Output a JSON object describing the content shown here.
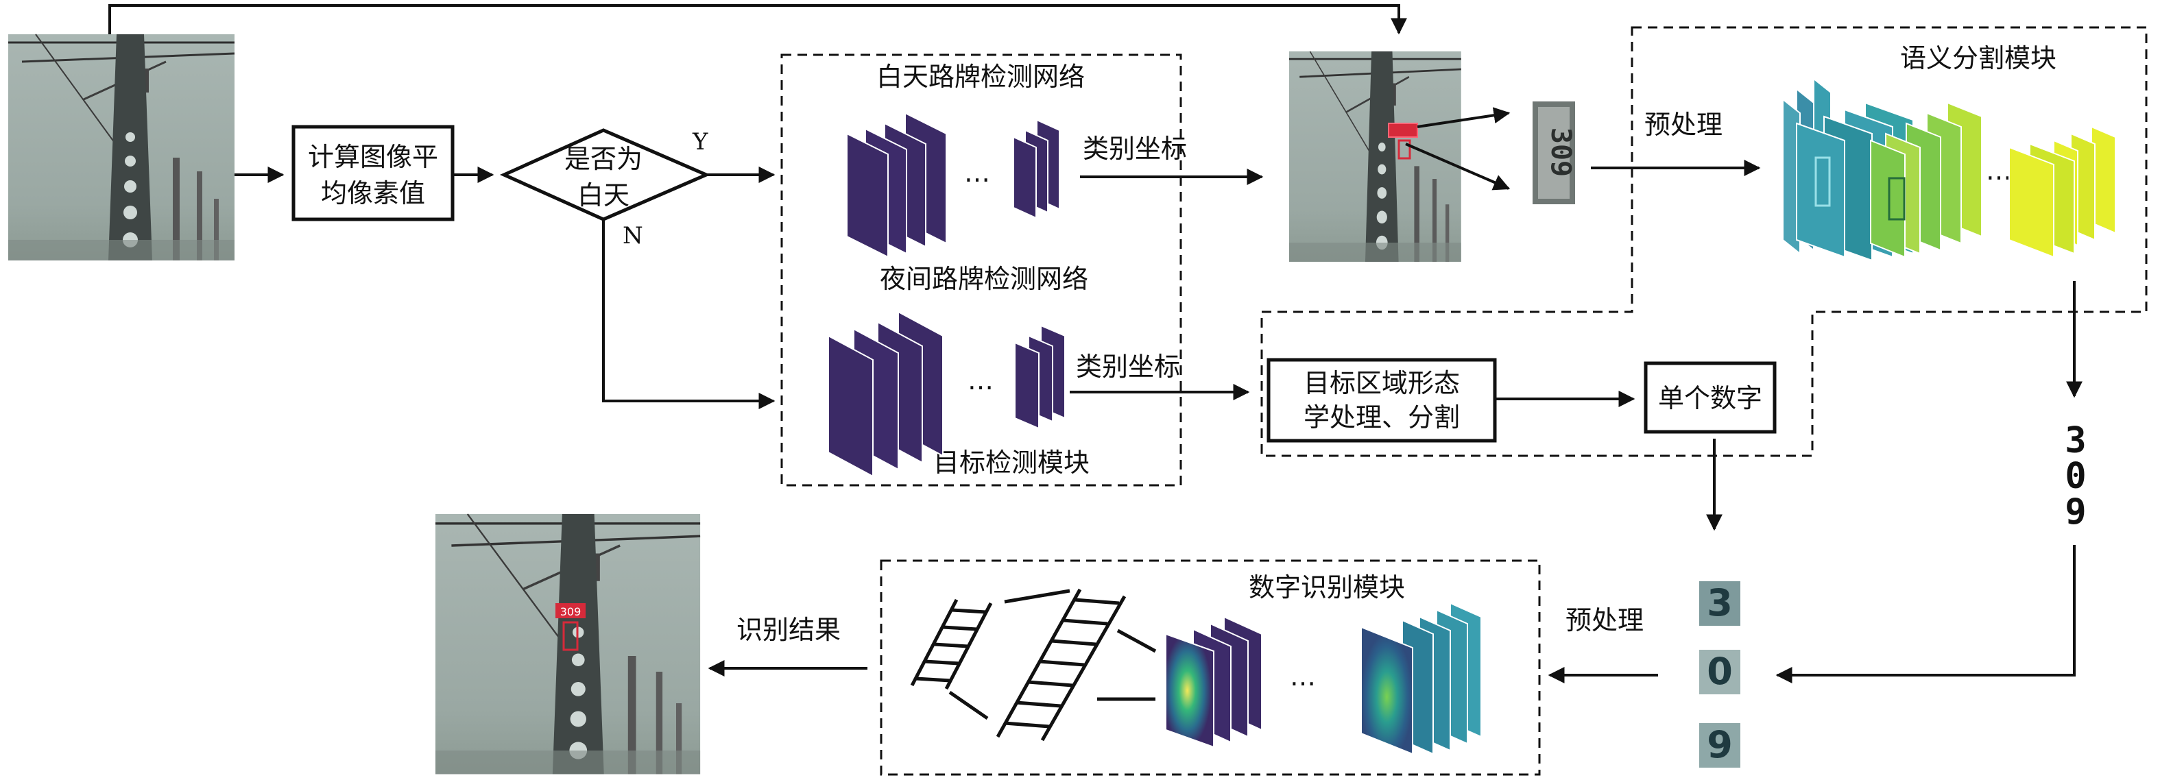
{
  "process": {
    "calc_line1": "计算图像平",
    "calc_line2": "均像素值",
    "decision_line1": "是否为",
    "decision_line2": "白天",
    "branch_yes": "Y",
    "branch_no": "N",
    "morph_line1": "目标区域形态",
    "morph_line2": "学处理、分割",
    "single_digit": "单个数字"
  },
  "detection_module": {
    "title": "目标检测模块",
    "day_network": "白天路牌检测网络",
    "night_network": "夜间路牌检测网络",
    "day_output": "类别坐标",
    "night_output": "类别坐标",
    "ellipsis": "…"
  },
  "segmentation_module": {
    "title": "语义分割模块",
    "preprocess": "预处理",
    "ellipsis": "…"
  },
  "recognition_module": {
    "title": "数字识别模块",
    "preprocess": "预处理",
    "result": "识别结果",
    "ellipsis": "…"
  },
  "images": {
    "crop_digits": "309",
    "segmented_digits": [
      "3",
      "0",
      "9"
    ],
    "single_digits": [
      "3",
      "0",
      "9"
    ],
    "result_label": "309"
  },
  "colors": {
    "cnn_dark": "#3b2a66",
    "seg_teal": "#3a9fb0",
    "seg_green": "#7cc84a",
    "seg_yellow": "#e6ef2d",
    "heat_yellow": "#f4e85a",
    "detect_box": "#d62a3a",
    "sky_gray": "#9ba8a3"
  }
}
